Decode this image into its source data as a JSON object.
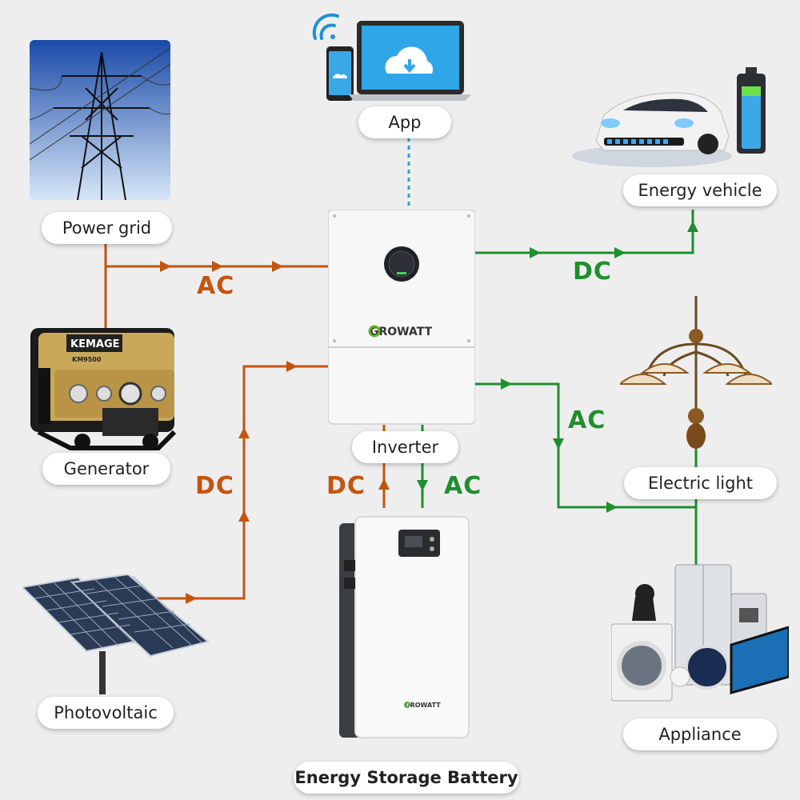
{
  "labels": {
    "app": "App",
    "power_grid": "Power grid",
    "generator": "Generator",
    "photovoltaic": "Photovoltaic",
    "inverter": "Inverter",
    "battery": "Energy Storage Battery",
    "vehicle": "Energy vehicle",
    "light": "Electric light",
    "appliance": "Appliance"
  },
  "flows": {
    "grid_to_inverter": "AC",
    "pv_to_inverter": "DC",
    "battery_to_inverter": "DC",
    "inverter_to_battery": "AC",
    "inverter_to_vehicle": "DC",
    "inverter_to_loads": "AC"
  },
  "brand": {
    "inverter_logo": "GROWATT",
    "battery_logo": "GROWATT",
    "generator_brand": "KEMAGE",
    "generator_model": "KM9500"
  },
  "colors": {
    "ac_input": "#c4540f",
    "dc_output": "#1e8f2c",
    "app_link": "#2a9fd6"
  }
}
